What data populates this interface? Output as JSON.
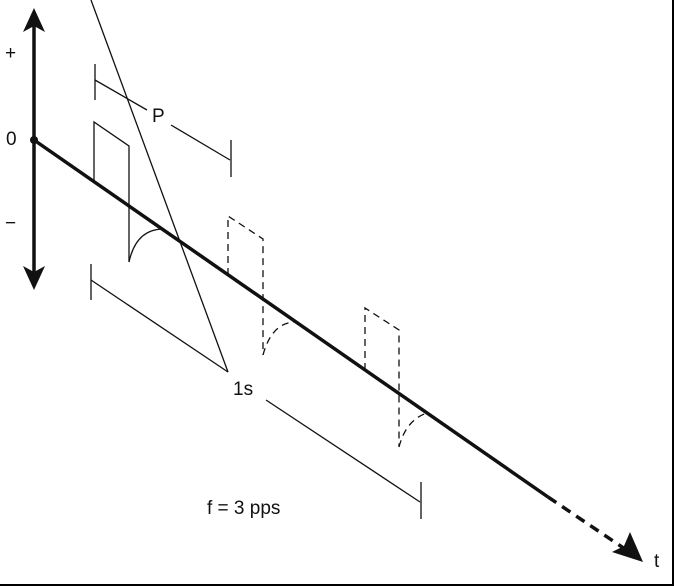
{
  "axis_labels": {
    "plus": "+",
    "zero": "0",
    "minus": "−",
    "time": "t"
  },
  "period_label": "P",
  "duration_label": "1s",
  "frequency_label": "f = 3 pps",
  "pulse_count": 3,
  "line_color": "#111111"
}
